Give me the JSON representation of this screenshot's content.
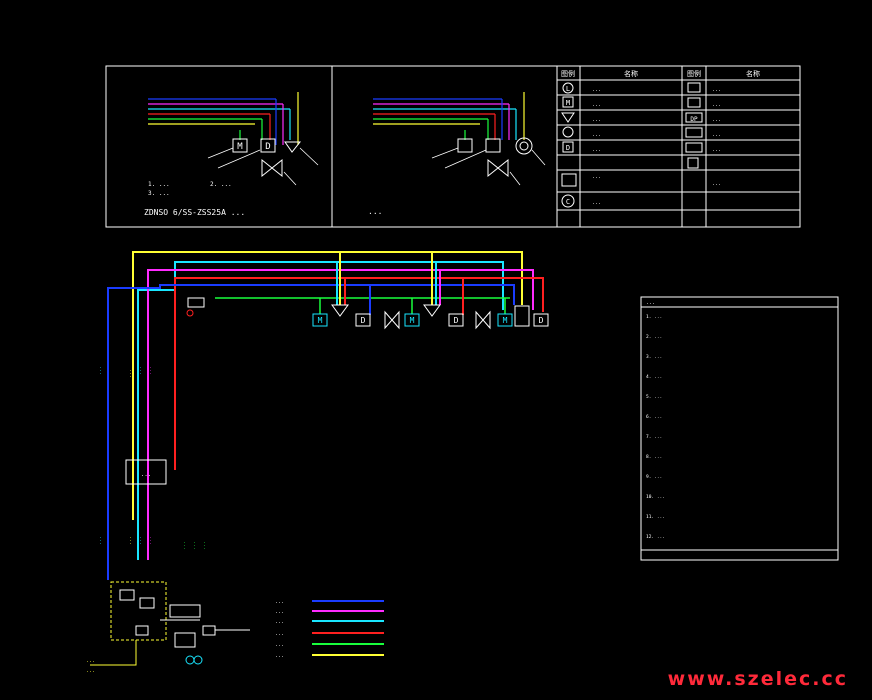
{
  "diagram": {
    "panel_left_caption": "ZDNSO 6/SS-ZSS25A  ...",
    "panel_left_notes": [
      "1. ...",
      "2. ...",
      "3. ..."
    ],
    "panel_right_caption": "...",
    "symbol_table": {
      "header": [
        "图例",
        "名称",
        "图例",
        "名称"
      ],
      "rows": [
        [
          "L",
          "...",
          "",
          "..."
        ],
        [
          "M",
          "...",
          "",
          "..."
        ],
        [
          "",
          "...",
          "DP",
          "..."
        ],
        [
          "",
          "...",
          "",
          "..."
        ],
        [
          "D",
          "...",
          "",
          "..."
        ],
        [
          "",
          "...",
          "",
          "..."
        ],
        [
          "C",
          "...",
          "",
          ""
        ]
      ]
    },
    "component_labels": {
      "motor": "M",
      "damper": "D",
      "controller": "..."
    },
    "side_notes": {
      "heading": "...",
      "lines": [
        "1. ...",
        "2. ...",
        "3. ...",
        "4. ...",
        "5. ...",
        "6. ...",
        "7. ...",
        "8. ...",
        "9. ...",
        "10. ...",
        "11. ...",
        "12. ..."
      ]
    },
    "legend": {
      "items": [
        "...",
        "...",
        "...",
        "...",
        "...",
        "..."
      ]
    },
    "colors": {
      "background": "#000000",
      "border": "#ffffff",
      "blue": "#1a3cff",
      "magenta": "#ff2bff",
      "cyan": "#19e6ff",
      "red": "#ff2020",
      "green": "#19ff3c",
      "yellow": "#ffff33"
    }
  },
  "watermark": "www.szelec.cc"
}
